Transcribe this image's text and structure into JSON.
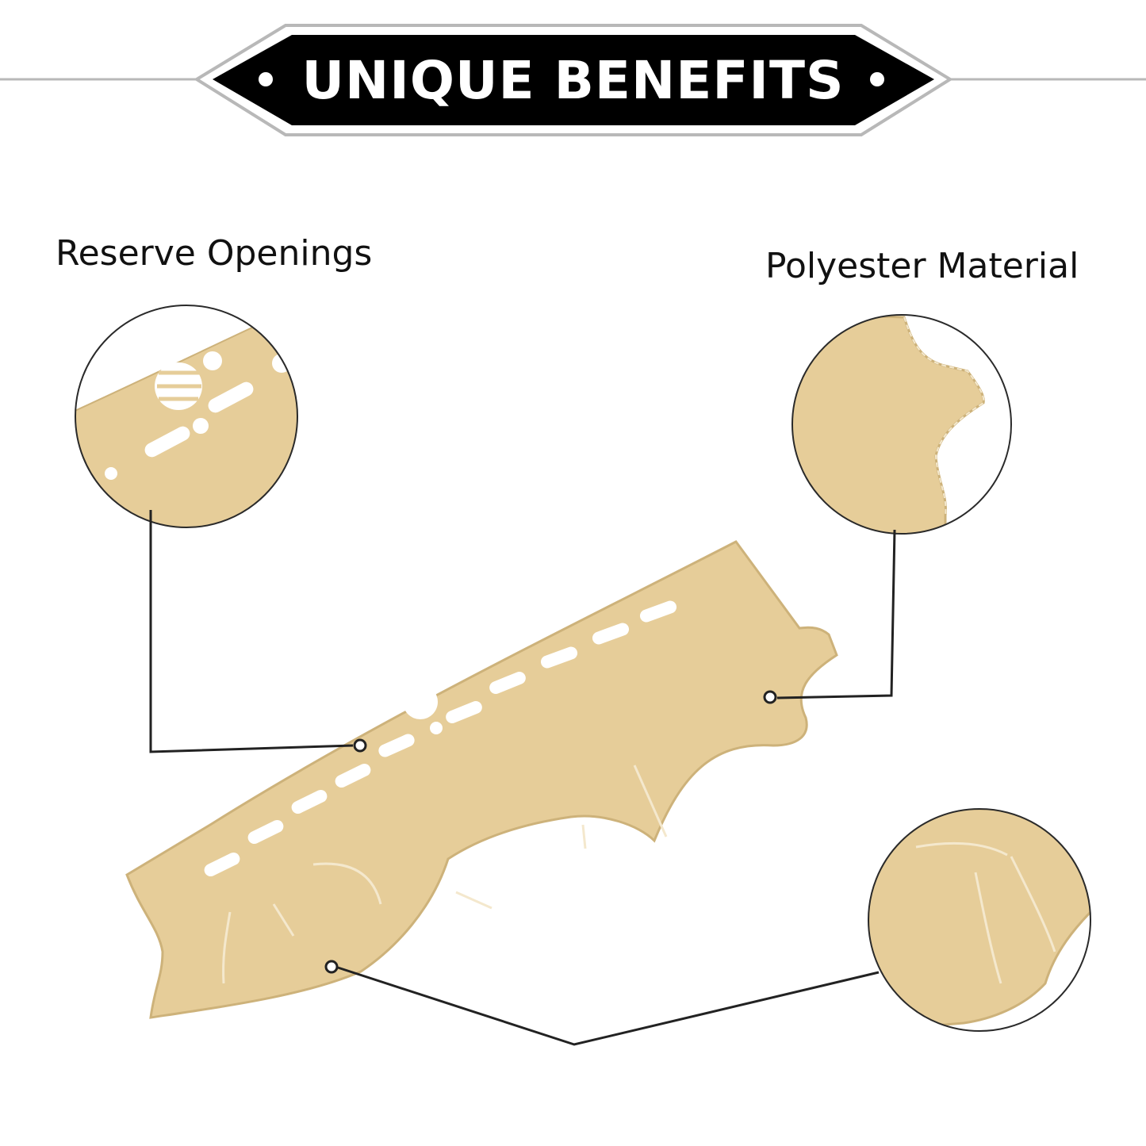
{
  "banner": {
    "title": "UNIQUE BENEFITS",
    "background_color": "#000000",
    "text_color": "#ffffff",
    "frame_color": "#b8b8b8"
  },
  "features": {
    "reserve_openings_label": "Reserve Openings",
    "polyester_material_label": "Polyester Material"
  },
  "product": {
    "mat_color": "#e6cd99",
    "edge_color": "#cdb27a",
    "stitch_color": "#f4e8cd"
  },
  "icons": {
    "callout_marker": "circle-dot-icon",
    "zoom_lens": "magnifier-circle"
  }
}
